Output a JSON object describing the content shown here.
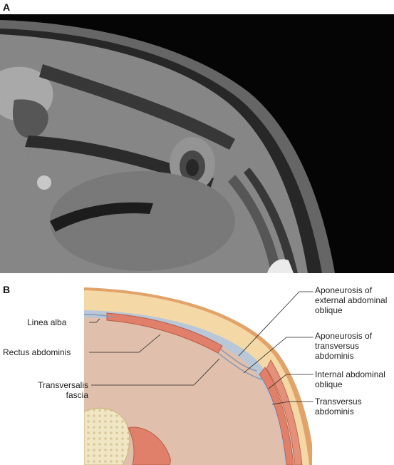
{
  "panel_a": {
    "letter": "A"
  },
  "panel_b": {
    "letter": "B",
    "labels": {
      "linea_alba": "Linea alba",
      "rectus_abdominis": "Rectus abdominis",
      "transversalis_fascia": [
        "Transversalis",
        "fascia"
      ],
      "aponeurosis_external_oblique": [
        "Aponeurosis of",
        "external abdominal",
        "oblique"
      ],
      "aponeurosis_transversus": [
        "Aponeurosis of",
        "transversus",
        "abdominis"
      ],
      "internal_oblique": [
        "Internal abdominal",
        "oblique"
      ],
      "transversus_abdominis": [
        "Transversus",
        "abdominis"
      ]
    }
  },
  "colors": {
    "ct_background": "#050505",
    "skin_fat": "#f4d8a6",
    "skin_edge": "#e2a36b",
    "muscle": "#e0806a",
    "fascia": "#b8c8d8",
    "cavity": "#e0c0ac",
    "bone": "#f1e6c4"
  }
}
